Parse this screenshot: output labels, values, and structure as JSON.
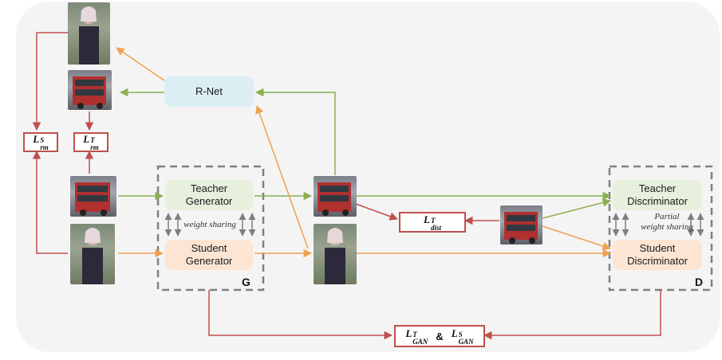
{
  "nodes": {
    "rnet": "R-Net",
    "teacher_generator": [
      "Teacher",
      "Generator"
    ],
    "student_generator": [
      "Student",
      "Generator"
    ],
    "teacher_discriminator": [
      "Teacher",
      "Discriminator"
    ],
    "student_discriminator": [
      "Student",
      "Discriminator"
    ]
  },
  "annotations": {
    "weight_sharing": "weight sharing",
    "partial_weight_sharing": [
      "Partial",
      "weight sharing"
    ]
  },
  "group_labels": {
    "generator_group": "G",
    "discriminator_group": "D"
  },
  "losses": {
    "rm_student": {
      "base": "L",
      "sub": "rm",
      "sup": "S"
    },
    "rm_teacher": {
      "base": "L",
      "sub": "rm",
      "sup": "T"
    },
    "dist": {
      "base": "L",
      "sub": "dist",
      "sup": "T"
    },
    "gan_teacher": {
      "base": "L",
      "sub": "GAN",
      "sup": "T"
    },
    "gan_student": {
      "base": "L",
      "sub": "GAN",
      "sup": "S"
    },
    "gan_joiner": "&"
  },
  "colors": {
    "green_arrow": "#8ab04f",
    "orange_arrow": "#f0a050",
    "red_arrow": "#c0504d",
    "gray_arrow": "#7f7f7f",
    "dashed_border": "#808080",
    "canvas_bg": "#f4f4f4"
  }
}
